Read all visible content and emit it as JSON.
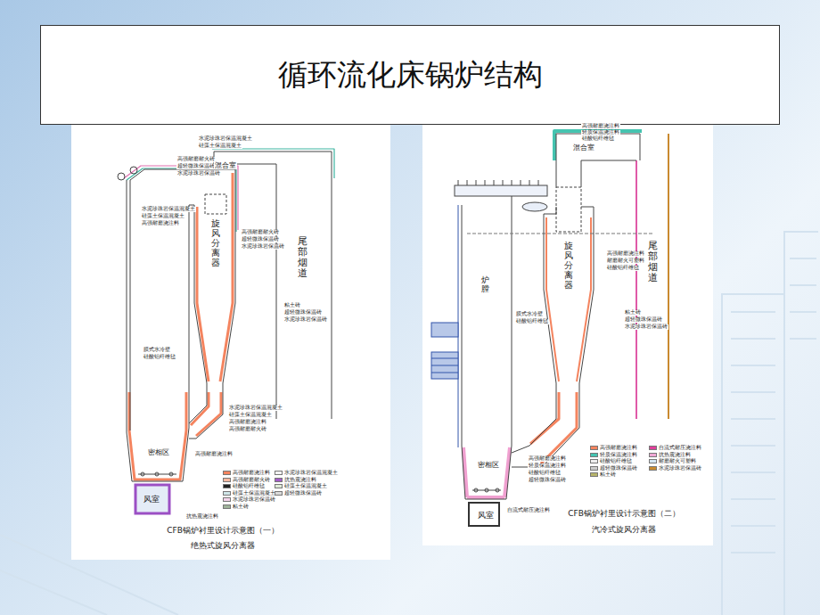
{
  "diagram": {
    "title": "循环流化床锅炉结构",
    "nodes": [
      {
        "text": [
          "CFB锅炉衬里设计示意图（一）",
          "绝热式旋风分离器"
        ]
      },
      {
        "text": [
          "旋风分离器"
        ],
        "in": 0
      },
      {
        "text": [
          "尾部烟道"
        ],
        "in": 0
      },
      {
        "text": [
          "密相区"
        ],
        "in": 0
      },
      {
        "text": [
          "风室"
        ],
        "in": 0
      },
      {
        "text": [
          "CFB锅炉衬里设计示意图（二）",
          "汽冷式旋风分离器"
        ]
      },
      {
        "text": [
          "炉膛"
        ],
        "in": 5
      },
      {
        "text": [
          "旋风分离器"
        ],
        "in": 5
      },
      {
        "text": [
          "尾部烟道"
        ],
        "in": 5
      },
      {
        "text": [
          "密相区"
        ],
        "in": 5
      },
      {
        "text": [
          "风室"
        ],
        "in": 5
      }
    ],
    "labels": [
      "水泥珍珠岩保温混凝土",
      "硅藻土保温混凝土",
      "高强耐磨耐火砖",
      "超轻微珠保温砖",
      "水泥珍珠岩保温砖",
      "混合室",
      "水泥珍珠岩保温混凝土",
      "硅藻土保温混凝土",
      "高强耐磨浇注料",
      "高强耐磨耐火砖",
      "超轻微珠保温砖",
      "水泥珍珠岩保温砖",
      "粘土砖",
      "超轻微珠保温砖",
      "水泥珍珠岩保温砖",
      "膜式水冷壁",
      "硅酸铝纤维毡",
      "水泥珍珠岩保温混凝土",
      "硅藻土保温混凝土",
      "高强耐磨浇注料",
      "高强耐磨耐火砖",
      "高强耐磨浇注料",
      "抗热震浇注料",
      "高强耐磨浇注料",
      "轻质保温浇注料",
      "硅酸铝纤维毡",
      "混合室",
      "高强耐磨浇注料",
      "耐磨耐火可塑料",
      "硅酸铝纤维毡",
      "粘土砖",
      "超轻微珠保温砖",
      "水泥珍珠岩保温砖",
      "膜式水冷壁",
      "硅酸铝纤维毡",
      "高强耐磨浇注料",
      "轻质保温浇注料",
      "硅酸铝纤维毡",
      "超轻微珠保温砖",
      "自流式耐压浇注料"
    ],
    "legend": [
      {
        "text": "高强耐磨浇注料",
        "color": "#f4845f"
      },
      {
        "text": "高强耐磨耐火砖",
        "color": "#f7b9a0"
      },
      {
        "text": "硅酸铝纤维毡",
        "color": "#222222"
      },
      {
        "text": "硅藻土保温混凝土",
        "color": "#cfe6e8"
      },
      {
        "text": "水泥珍珠岩保温砖",
        "color": "#f5d5ec"
      },
      {
        "text": "粘土砖",
        "color": "#9fb39a"
      },
      {
        "text": "水泥珍珠岩保温混凝土",
        "color": "#f2f2f2"
      },
      {
        "text": "抗热震浇注料",
        "color": "#a45cc8"
      },
      {
        "text": "硅藻土保温混凝土",
        "color": "#e0ecd8"
      },
      {
        "text": "超轻微珠保温砖",
        "color": "#d9d9d9"
      },
      {
        "text": "高强耐磨浇注料",
        "color": "#f4845f"
      },
      {
        "text": "轻质保温浇注料",
        "color": "#45c4b0"
      },
      {
        "text": "硅酸铝纤维毡",
        "color": "#eeeeee"
      },
      {
        "text": "超轻微珠保温砖",
        "color": "#cccccc"
      },
      {
        "text": "粘土砖",
        "color": "#b7b46a"
      },
      {
        "text": "自流式耐压浇注料",
        "color": "#e0409a"
      },
      {
        "text": "抗热震浇注料",
        "color": "#f0a8d4"
      },
      {
        "text": "耐磨耐火可塑料",
        "color": "#d5e6f2"
      },
      {
        "text": "水泥珍珠岩保温砖",
        "color": "#c98a30"
      }
    ]
  }
}
